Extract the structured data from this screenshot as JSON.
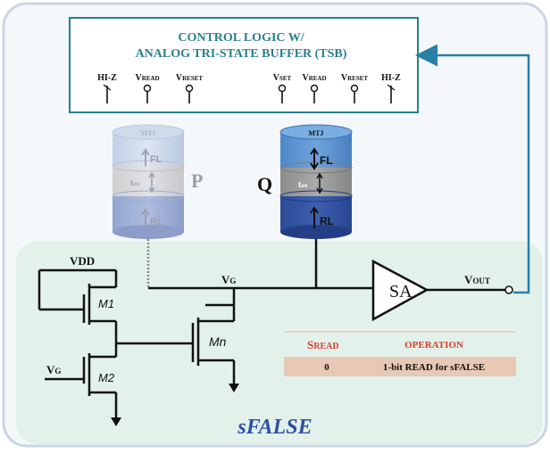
{
  "logic_box": {
    "line1": "CONTROL LOGIC W/",
    "line2": "ANALOG TRI-STATE BUFFER (TSB)",
    "pins_left": [
      {
        "main": "HI-Z",
        "sub": ""
      },
      {
        "main": "V",
        "sub": "READ"
      },
      {
        "main": "V",
        "sub": "RESET"
      }
    ],
    "pins_right": [
      {
        "main": "V",
        "sub": "SET"
      },
      {
        "main": "V",
        "sub": "READ"
      },
      {
        "main": "V",
        "sub": "RESET"
      },
      {
        "main": "HI-Z",
        "sub": ""
      }
    ]
  },
  "mtj_p": {
    "top": "MTJ",
    "fl": "FL",
    "tox": "t",
    "tox_sub": "ox",
    "rl": "RL",
    "name": "P"
  },
  "mtj_q": {
    "top": "MTJ",
    "fl": "FL",
    "tox": "t",
    "tox_sub": "ox",
    "rl": "RL",
    "name": "Q"
  },
  "circuit": {
    "vdd": "VDD",
    "m1": "M1",
    "m2": "M2",
    "mn": "Mn",
    "vg_node": {
      "main": "V",
      "sub": "G"
    },
    "vg_input": {
      "main": "V",
      "sub": "G"
    },
    "sa": "SA",
    "vout": {
      "main": "V",
      "sub": "OUT"
    }
  },
  "table": {
    "headers": [
      {
        "first": "S",
        "rest": "READ"
      },
      {
        "text": "OPERATION"
      }
    ],
    "rows": [
      {
        "sread": "0",
        "operation": "1-bit READ  for sFALSE"
      }
    ]
  },
  "caption": "sFALSE",
  "colors": {
    "outer_border": "#c9d6e3",
    "outer_bg": "#f5f8fb",
    "teal": "#2a7f8c",
    "green_panel": "#e3f1eb",
    "table_row": "#e8c9b6",
    "header_red": "#d8402a",
    "caption_blue": "#2d4fa1",
    "arrow_blue": "#2a7fa8"
  }
}
